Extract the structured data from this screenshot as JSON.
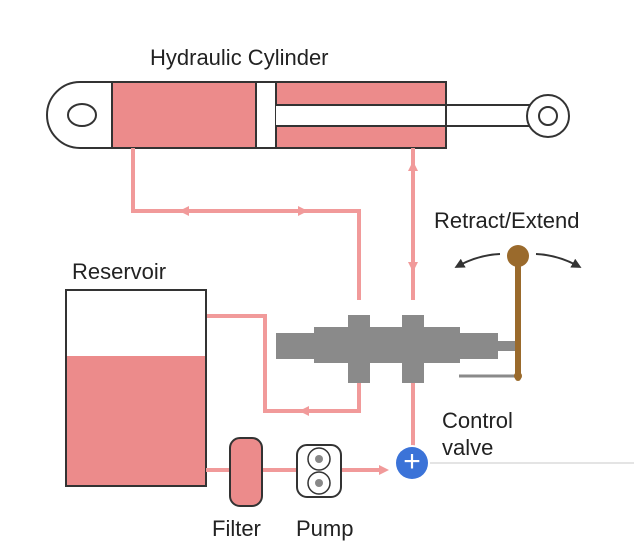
{
  "diagram": {
    "title": "Hydraulic Cylinder",
    "labels": {
      "retract_extend": "Retract/Extend",
      "reservoir": "Reservoir",
      "control_line1": "Control",
      "control_line2": "valve",
      "filter": "Filter",
      "pump": "Pump"
    },
    "colors": {
      "fluid": "#ec8b8b",
      "line": "#f19a9a",
      "valve": "#8a8a8a",
      "lever": "#9a6a2c",
      "badge": "#3b73d8"
    },
    "badge": {
      "symbol": "+",
      "icon": "plus-icon"
    }
  }
}
